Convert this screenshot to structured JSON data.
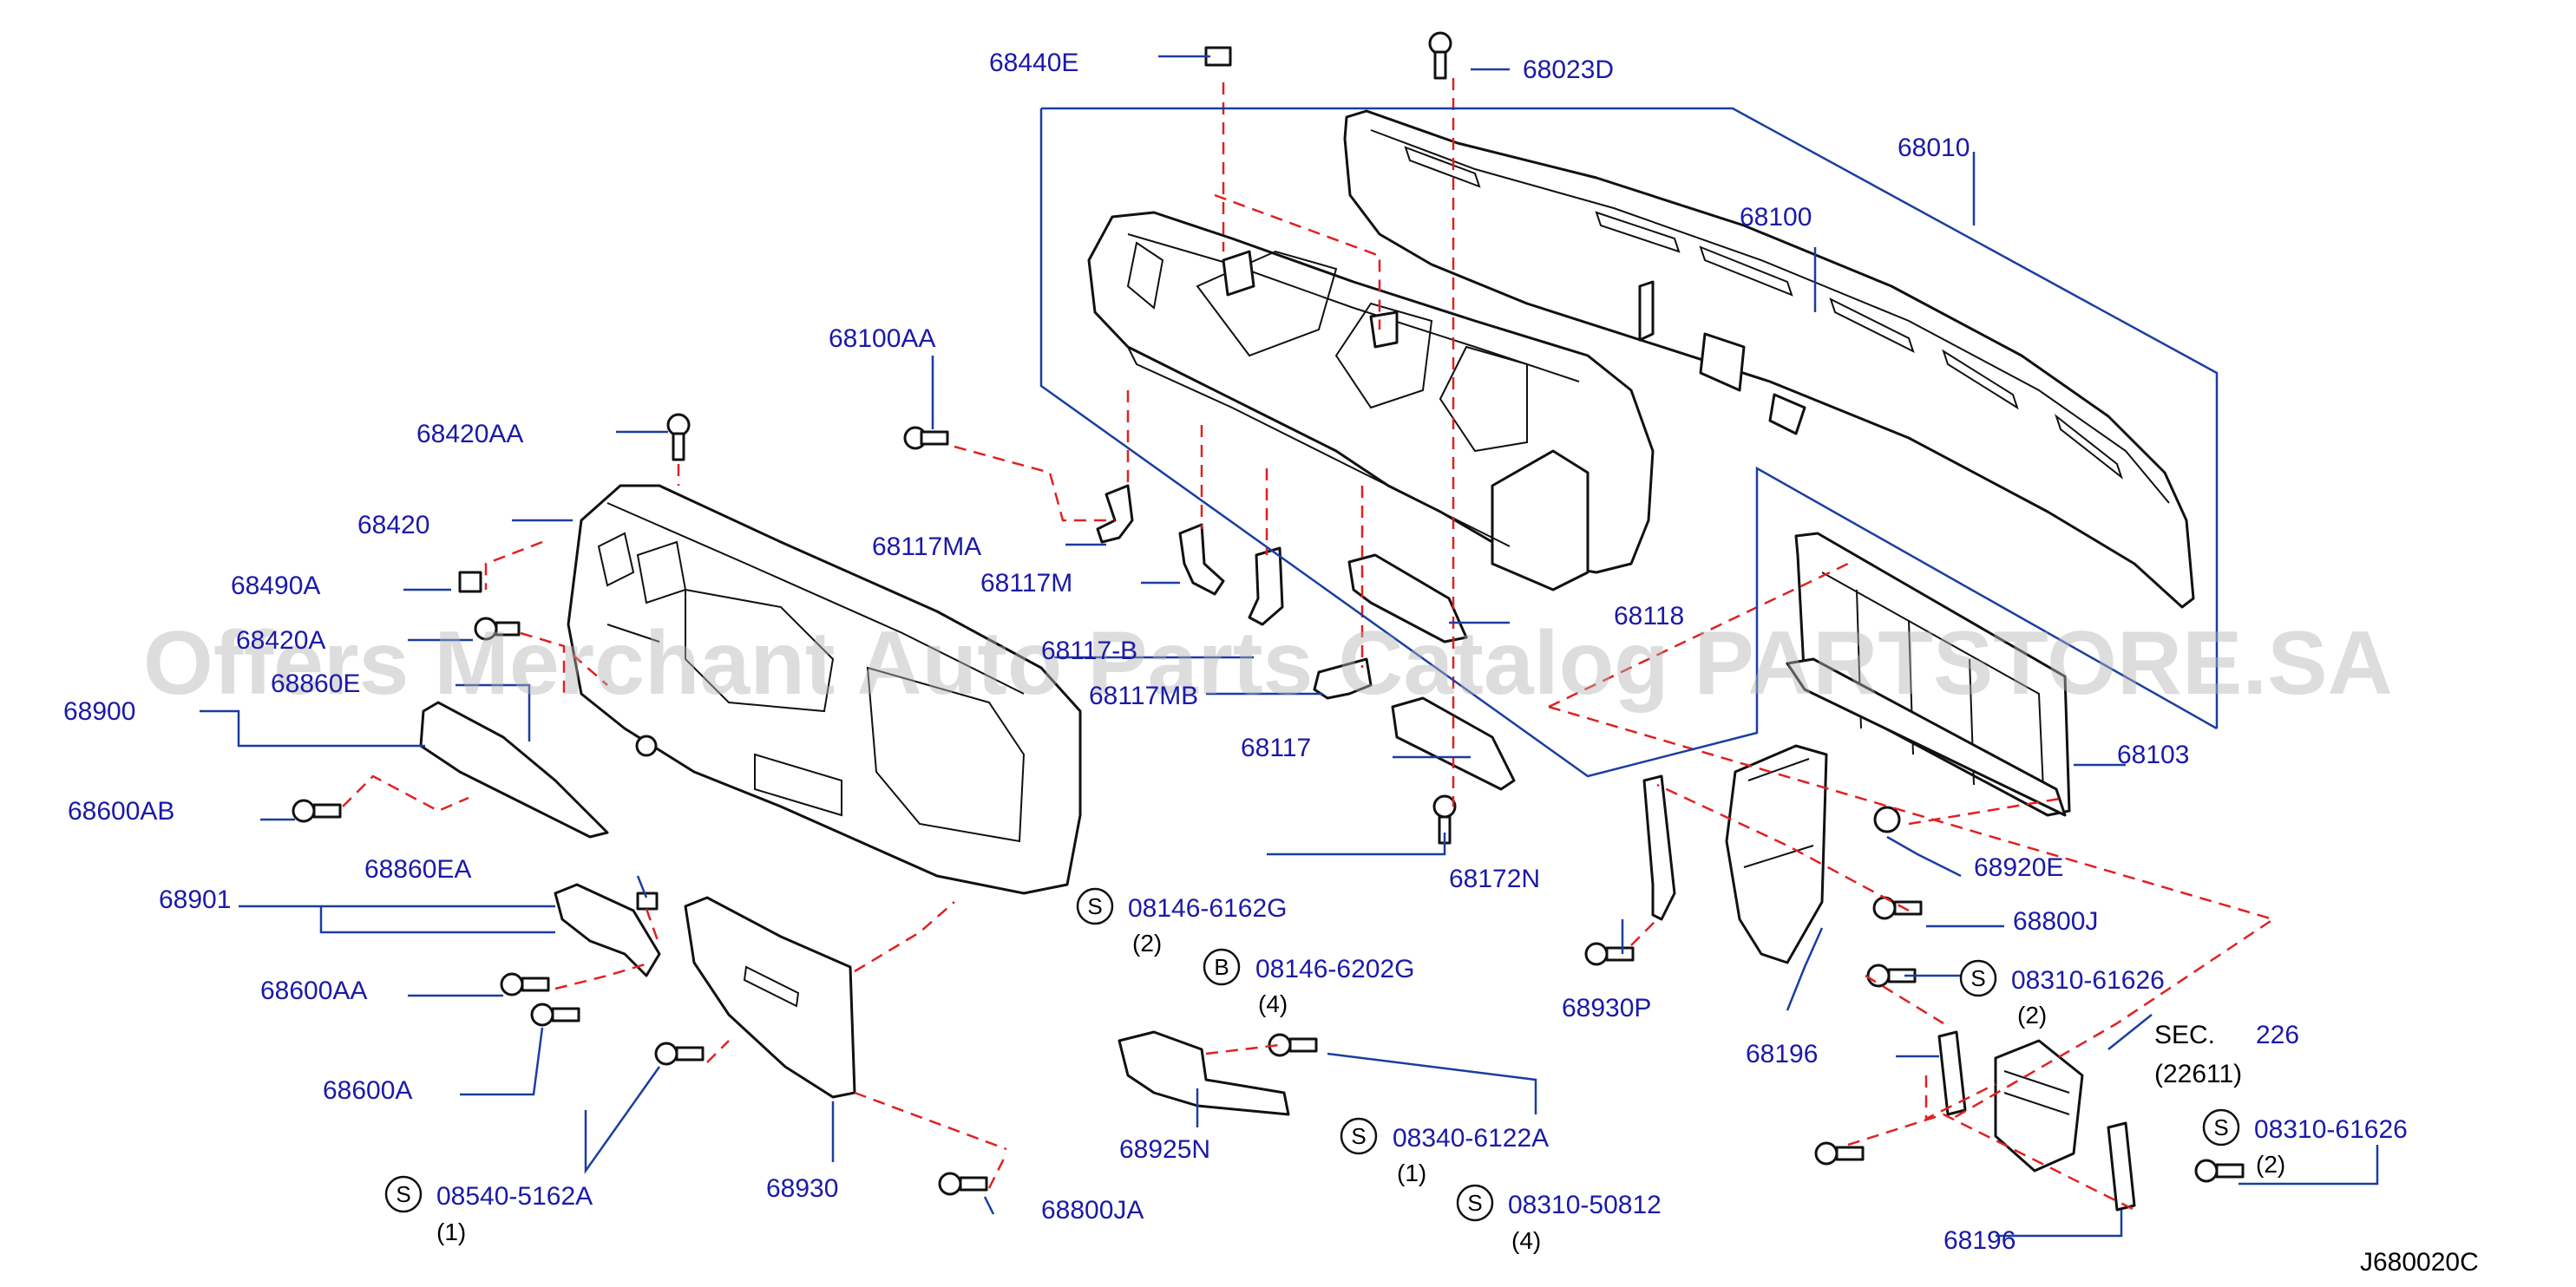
{
  "diagram_code": "J680020C",
  "watermark": "Offers Merchant Auto Parts Catalog PARTSTORE.SA",
  "callouts": [
    {
      "id": "68440E",
      "text": "68440E"
    },
    {
      "id": "68023D",
      "text": "68023D"
    },
    {
      "id": "68010",
      "text": "68010"
    },
    {
      "id": "68100",
      "text": "68100"
    },
    {
      "id": "68100AA",
      "text": "68100AA"
    },
    {
      "id": "68420AA",
      "text": "68420AA"
    },
    {
      "id": "68420",
      "text": "68420"
    },
    {
      "id": "68117MA",
      "text": "68117MA"
    },
    {
      "id": "68117M",
      "text": "68117M"
    },
    {
      "id": "68490A",
      "text": "68490A"
    },
    {
      "id": "68420A",
      "text": "68420A"
    },
    {
      "id": "68860E",
      "text": "68860E"
    },
    {
      "id": "68900",
      "text": "68900"
    },
    {
      "id": "68117-B",
      "text": "68117-B"
    },
    {
      "id": "68117MB",
      "text": "68117MB"
    },
    {
      "id": "68118",
      "text": "68118"
    },
    {
      "id": "68103",
      "text": "68103"
    },
    {
      "id": "68117",
      "text": "68117"
    },
    {
      "id": "68600AB",
      "text": "68600AB"
    },
    {
      "id": "68860EA",
      "text": "68860EA"
    },
    {
      "id": "68901",
      "text": "68901"
    },
    {
      "id": "68172N",
      "text": "68172N"
    },
    {
      "id": "68920E",
      "text": "68920E"
    },
    {
      "id": "68800J",
      "text": "68800J"
    },
    {
      "id": "68600AA",
      "text": "68600AA"
    },
    {
      "id": "68930P",
      "text": "68930P"
    },
    {
      "id": "68600A",
      "text": "68600A"
    },
    {
      "id": "68196a",
      "text": "68196"
    },
    {
      "id": "68925N",
      "text": "68925N"
    },
    {
      "id": "68930",
      "text": "68930"
    },
    {
      "id": "68800JA",
      "text": "68800JA"
    },
    {
      "id": "68196b",
      "text": "68196"
    }
  ],
  "fasteners": [
    {
      "id": "f1",
      "symbol": "S",
      "part": "08146-6162G",
      "qty": "(2)"
    },
    {
      "id": "f2",
      "symbol": "B",
      "part": "08146-6202G",
      "qty": "(4)"
    },
    {
      "id": "f3",
      "symbol": "S",
      "part": "08310-61626",
      "qty": "(2)"
    },
    {
      "id": "f4",
      "symbol": "S",
      "part": "08310-61626",
      "qty": "(2)"
    },
    {
      "id": "f5",
      "symbol": "S",
      "part": "08340-6122A",
      "qty": "(1)"
    },
    {
      "id": "f6",
      "symbol": "S",
      "part": "08540-5162A",
      "qty": "(1)"
    },
    {
      "id": "f7",
      "symbol": "S",
      "part": "08310-50812",
      "qty": "(4)"
    }
  ],
  "section_ref": {
    "prefix": "SEC.",
    "number": "226",
    "sub": "(22611)"
  }
}
